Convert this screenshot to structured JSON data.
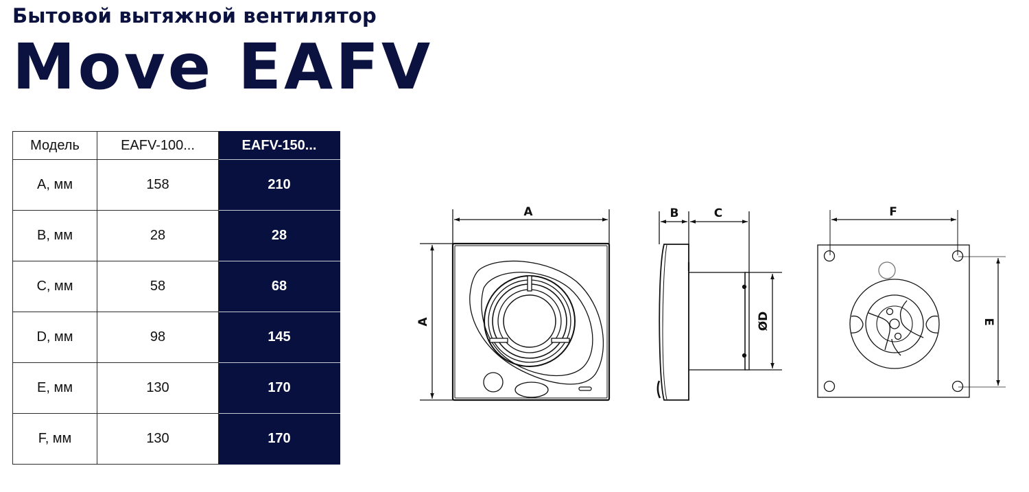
{
  "header": {
    "subtitle": "Бытовой вытяжной вентилятор",
    "title": "Move EAFV"
  },
  "colors": {
    "brand_navy": "#081040",
    "text_dark": "#0b1240",
    "line": "#111111"
  },
  "table": {
    "headers": [
      "Модель",
      "EAFV-100...",
      "EAFV-150..."
    ],
    "highlighted_column": 2,
    "rows": [
      {
        "label": "A, мм",
        "values": [
          "158",
          "210"
        ]
      },
      {
        "label": "B, мм",
        "values": [
          "28",
          "28"
        ]
      },
      {
        "label": "C, мм",
        "values": [
          "58",
          "68"
        ]
      },
      {
        "label": "D, мм",
        "values": [
          "98",
          "145"
        ]
      },
      {
        "label": "E, мм",
        "values": [
          "130",
          "170"
        ]
      },
      {
        "label": "F, мм",
        "values": [
          "130",
          "170"
        ]
      }
    ]
  },
  "drawings": {
    "front_view": {
      "width_label": "A",
      "height_label": "A"
    },
    "side_view": {
      "b_label": "B",
      "c_label": "C",
      "d_label": "ØD"
    },
    "back_view": {
      "f_label": "F",
      "e_label": "E"
    }
  }
}
